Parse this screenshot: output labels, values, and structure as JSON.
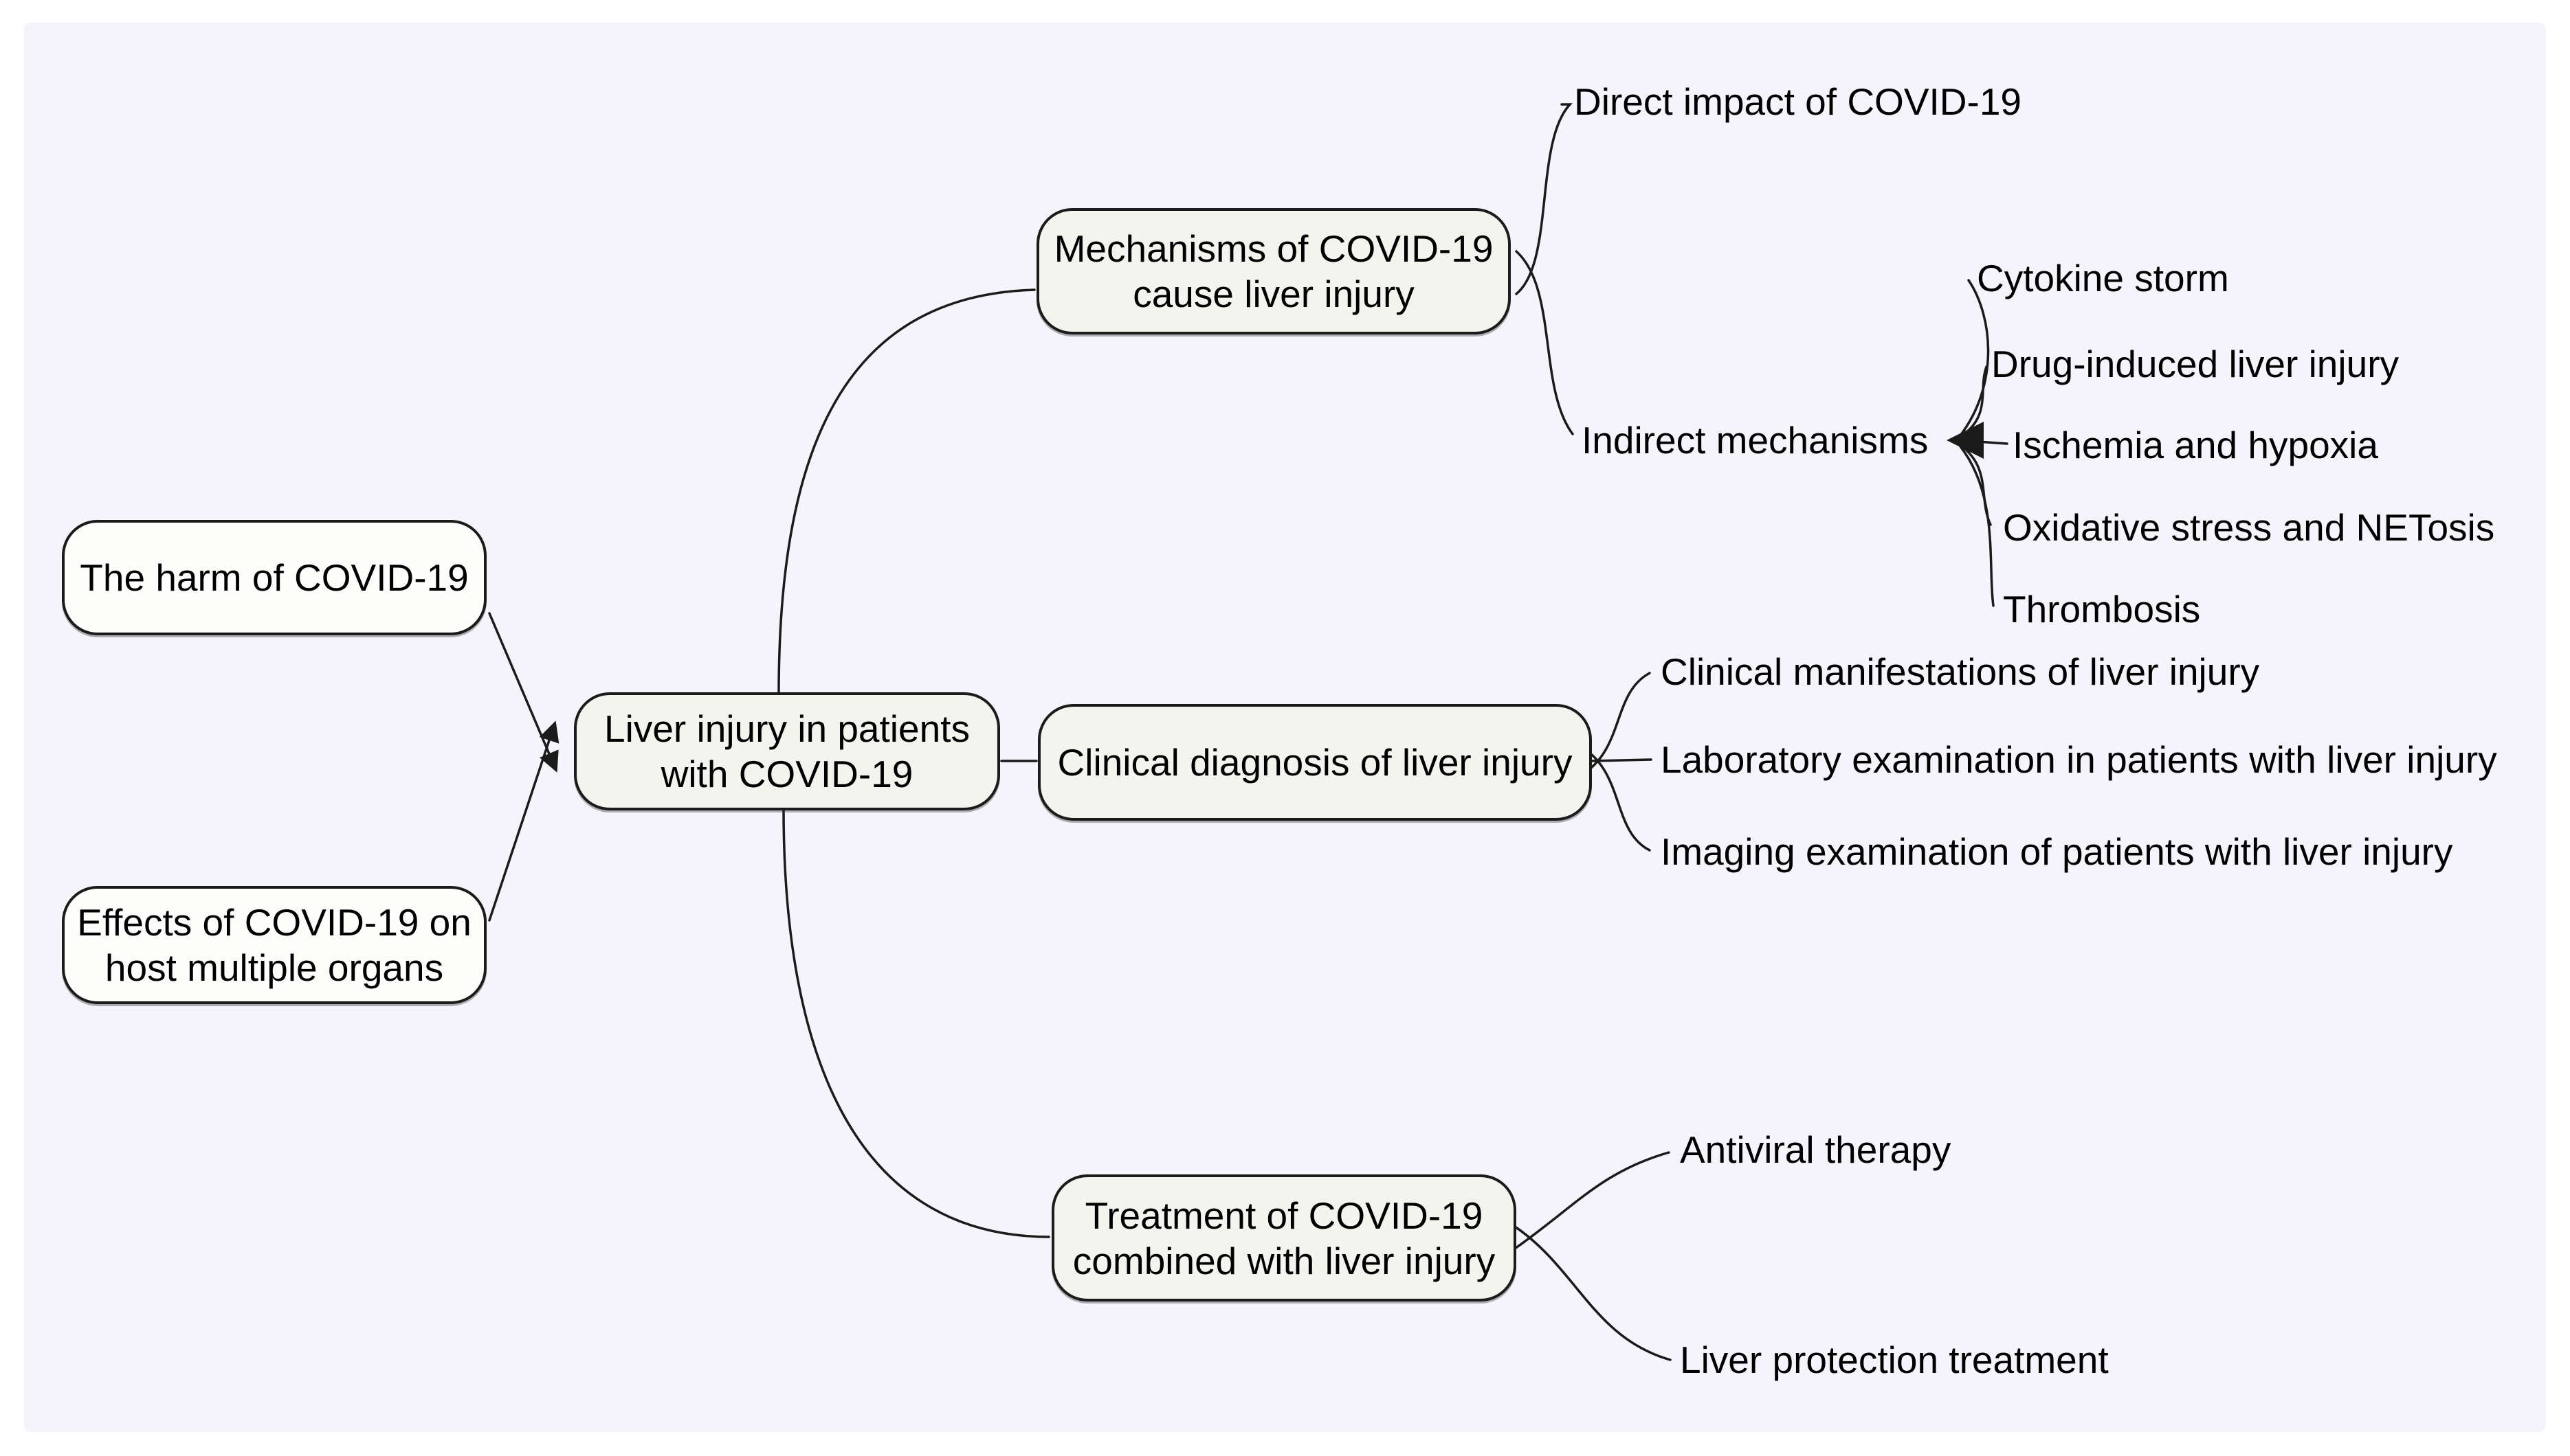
{
  "figure": {
    "background": "#ffffff",
    "panel_color": "#f5f4fa",
    "node_fill": "#f3f4ee",
    "node_border": "#1b1b1b",
    "line_color": "#1b1b1b",
    "text_color": "#000000"
  },
  "nodes": {
    "harm": {
      "label": "The harm of COVID-19"
    },
    "effects": {
      "line1": "Effects of COVID-19 on",
      "line2": "host multiple organs"
    },
    "center": {
      "line1": "Liver injury in patients",
      "line2": "with COVID-19"
    },
    "mechanisms": {
      "line1": "Mechanisms of COVID-19",
      "line2": "cause liver injury"
    },
    "clinical": {
      "label": "Clinical diagnosis of liver injury"
    },
    "treatment": {
      "line1": "Treatment of COVID-19",
      "line2": "combined with liver injury"
    }
  },
  "leaves": {
    "direct_impact": "Direct impact of COVID-19",
    "indirect": "Indirect mechanisms",
    "indirect_children": [
      "Cytokine storm",
      "Drug-induced liver injury",
      "Ischemia and hypoxia",
      "Oxidative stress and NETosis",
      "Thrombosis"
    ],
    "clinical_children": [
      "Clinical manifestations of liver injury",
      "Laboratory examination in patients with liver injury",
      "Imaging examination of patients with liver injury"
    ],
    "treatment_children": [
      "Antiviral therapy",
      "Liver protection treatment"
    ]
  }
}
